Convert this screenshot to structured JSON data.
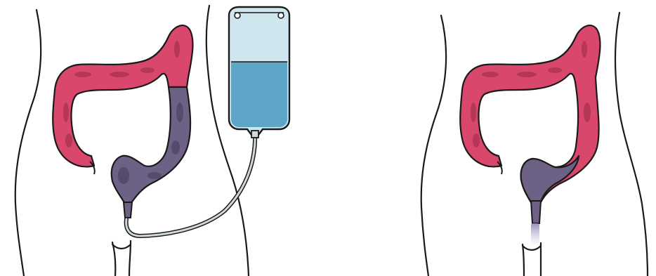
{
  "colors": {
    "outline": "#1a1a1a",
    "colon_red": "#d9476d",
    "colon_shade": "#a8324f",
    "enema_purple": "#6d6186",
    "enema_purple_dark": "#4f4668",
    "bag_fluid": "#5da6c8",
    "bag_air": "#cfe6ef",
    "tube": "#cfd8dc",
    "background": "#ffffff"
  },
  "panels": [
    {
      "id": "left",
      "icons": [
        "torso-outline-icon",
        "colon-icon",
        "enema-bag-icon",
        "tube-icon"
      ],
      "fluid_level": 0.55
    },
    {
      "id": "right",
      "icons": [
        "torso-outline-icon",
        "colon-icon",
        "expulsion-icon"
      ]
    }
  ]
}
